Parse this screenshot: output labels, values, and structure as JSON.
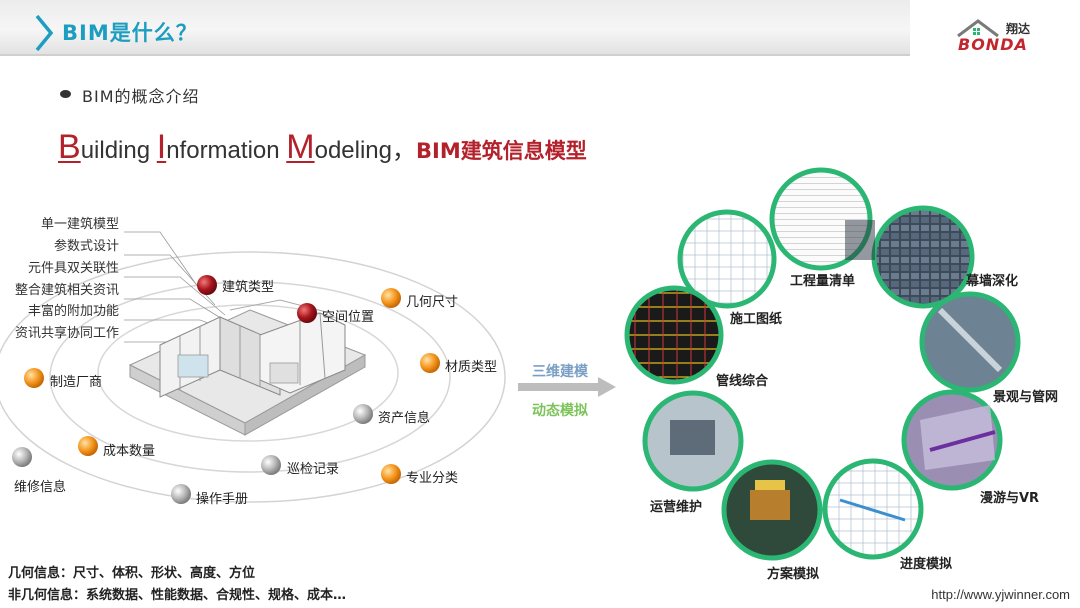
{
  "header": {
    "title": "BIM是什么？",
    "logo_cn": "翔达",
    "logo_en": "BONDA"
  },
  "intro": "BIM的概念介绍",
  "definition": {
    "letter_b": "B",
    "word_b": "uilding ",
    "letter_i": "I",
    "word_i": "nformation ",
    "letter_m": "M",
    "word_m": "odeling，",
    "cn": "BIM建筑信息模型"
  },
  "features": [
    "单一建筑模型",
    "参数式设计",
    "元件具双关联性",
    "整合建筑相关资讯",
    "丰富的附加功能",
    "资讯共享协同工作"
  ],
  "nodes": [
    {
      "label": "建筑类型",
      "kind": "red"
    },
    {
      "label": "空间位置",
      "kind": "red"
    },
    {
      "label": "几何尺寸",
      "kind": "orange"
    },
    {
      "label": "材质类型",
      "kind": "orange"
    },
    {
      "label": "制造厂商",
      "kind": "orange"
    },
    {
      "label": "资产信息",
      "kind": "gray"
    },
    {
      "label": "成本数量",
      "kind": "orange"
    },
    {
      "label": "巡检记录",
      "kind": "gray"
    },
    {
      "label": "专业分类",
      "kind": "orange"
    },
    {
      "label": "维修信息",
      "kind": "gray"
    },
    {
      "label": "操作手册",
      "kind": "gray"
    }
  ],
  "info": {
    "geometric": "几何信息：尺寸、体积、形状、高度、方位",
    "non_geometric": "非几何信息：系统数据、性能数据、合规性、规格、成本…"
  },
  "arrow": {
    "label_1": "三维建模",
    "label_2": "动态模拟"
  },
  "applications": [
    "工程量清单",
    "幕墙深化",
    "施工图纸",
    "管线综合",
    "景观与管网",
    "运营维护",
    "漫游与VR",
    "方案模拟",
    "进度模拟"
  ],
  "colors": {
    "accent_blue": "#1d9dbf",
    "brand_red": "#b3212b",
    "ring_green": "#2bb673"
  },
  "website": "http://www.yjwinner.com"
}
